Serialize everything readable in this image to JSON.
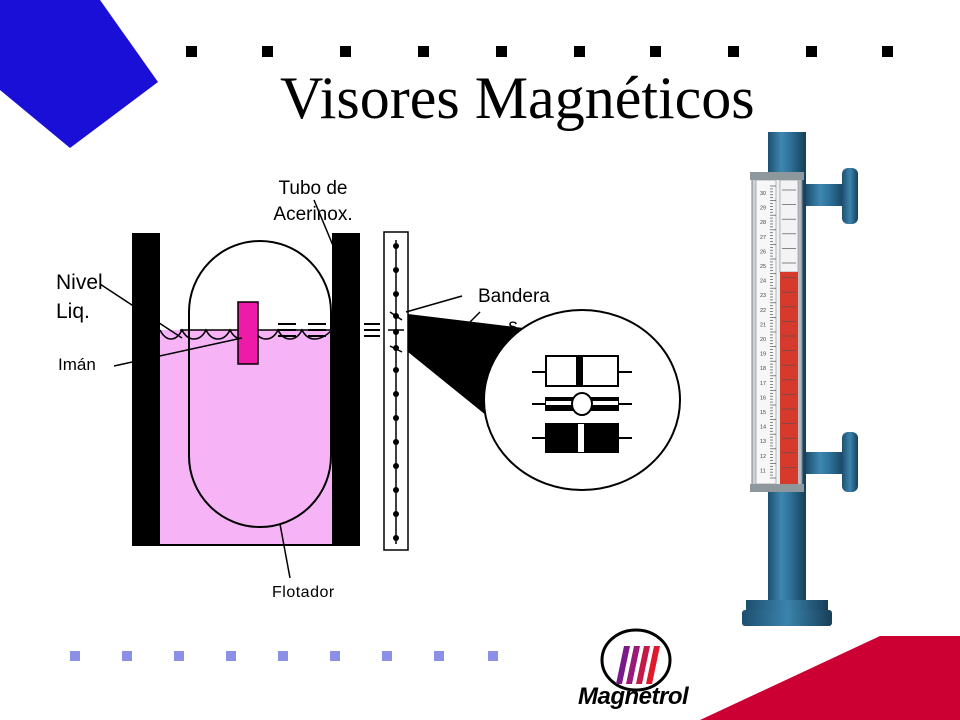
{
  "slide": {
    "title": "Visores Magnéticos",
    "labels": {
      "tubo": "Tubo de\nAcerinox.",
      "nivel": "Nivel\nLiq.",
      "iman": "Imán",
      "flotador": "Flotador",
      "bandera": "Bandera\ns"
    },
    "logo": {
      "wordmark": "Magnetrol",
      "icon": "magnetrol-logo-icon"
    },
    "scale_numbers": [
      "30",
      "29",
      "28",
      "27",
      "26",
      "25",
      "24",
      "23",
      "22",
      "21",
      "20",
      "19",
      "18",
      "17",
      "16",
      "15",
      "14",
      "13",
      "12",
      "11"
    ],
    "colors": {
      "accent_blue": "#1a0fd6",
      "accent_red": "#cc0033",
      "liquid": "#f6b3f6",
      "magnet": "#ee1aa8",
      "gauge_blue": "#2b6f96",
      "indicator_red": "#d63a2a"
    }
  }
}
